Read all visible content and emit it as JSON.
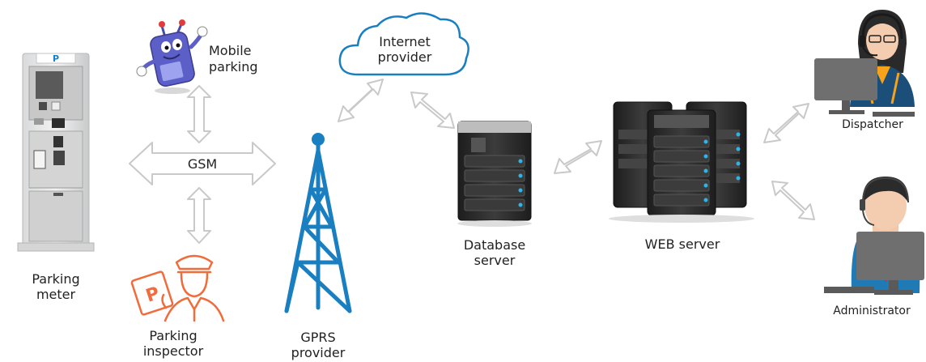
{
  "nodes": {
    "parking_meter": {
      "line1": "Parking",
      "line2": "meter",
      "sign": "P"
    },
    "mobile_parking": {
      "line1": "Mobile",
      "line2": "parking"
    },
    "gsm": {
      "label": "GSM"
    },
    "parking_inspector": {
      "line1": "Parking",
      "line2": "inspector",
      "sign": "P"
    },
    "gprs_provider": {
      "line1": "GPRS",
      "line2": "provider"
    },
    "internet_provider": {
      "line1": "Internet",
      "line2": "provider"
    },
    "database_server": {
      "line1": "Database",
      "line2": "server"
    },
    "web_server": {
      "label": "WEB server"
    },
    "dispatcher": {
      "label": "Dispatcher"
    },
    "administrator": {
      "label": "Administrator"
    }
  },
  "colors": {
    "arrow_stroke": "#c9c9c9",
    "cloud_stroke": "#1a7fc1",
    "tower_blue": "#1a7fc1",
    "inspector_orange": "#f26b3a",
    "server_dark": "#2a2a2a",
    "person_blue": "#1f7ab5"
  },
  "icons": {
    "parking_meter": "parking-meter-icon",
    "mobile_parking": "phone-mascot-icon",
    "parking_inspector": "inspector-icon",
    "gprs_provider": "antenna-tower-icon",
    "internet_provider": "cloud-icon",
    "database_server": "server-icon",
    "web_server": "server-cluster-icon",
    "dispatcher": "operator-icon",
    "administrator": "operator-icon"
  }
}
